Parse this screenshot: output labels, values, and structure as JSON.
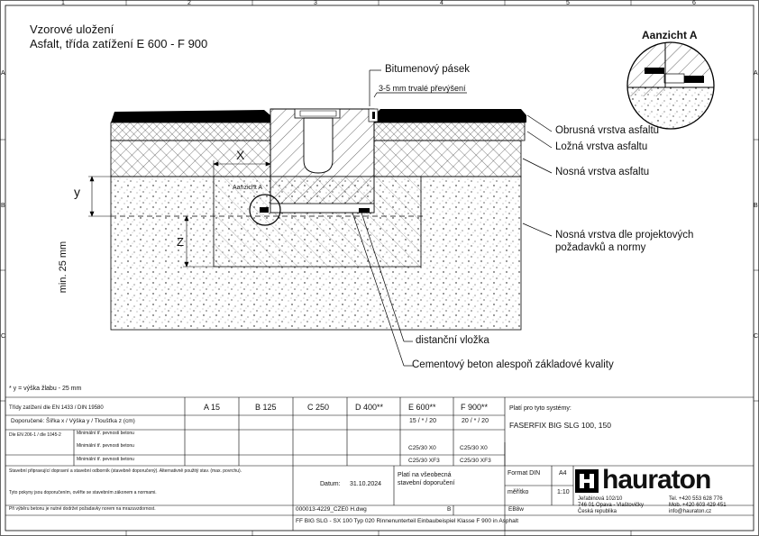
{
  "drawing": {
    "title_line1": "Vzorové uložení",
    "title_line2": "Asfalt, třída zatížení E 600 - F 900",
    "detail_title": "Aanzicht A",
    "detail_marker": "Aanzicht A",
    "grid_cols": [
      "1",
      "2",
      "3",
      "4",
      "5",
      "6"
    ],
    "grid_rows": [
      "A",
      "B",
      "C"
    ],
    "callouts": {
      "bitumen": "Bitumenový pásek",
      "overhang": "3-5 mm trvalé převýšení",
      "wearing": "Obrusná vrstva asfaltu",
      "binder": "Ložná vrstva asfaltu",
      "base": "Nosná vrstva asfaltu",
      "subbase_l1": "Nosná vrstva dle projektových",
      "subbase_l2": "požadavků a normy",
      "spacer": "distanční vložka",
      "concrete": "Cementový beton alespoň základové kvality"
    },
    "dims": {
      "x": "X",
      "y": "y",
      "z": "Z",
      "min": "min. 25 mm"
    },
    "footnote": "* y = výška žlabu - 25 mm"
  },
  "table": {
    "class_header": "Třídy zatížení dle EN 1433 / DIN 19580",
    "classes": [
      "A 15",
      "B 125",
      "C 250",
      "D 400**",
      "E 600**",
      "F 900**"
    ],
    "dimension_label": "Doporučené: Šířka x / Výška y / Tloušťka z (cm)",
    "dims_e": "15 / * / 20",
    "dims_f": "20 / * / 20",
    "row3_left": "Dle EN 206-1 / dle 1045-2",
    "row3_sub1": "Minimální tř. pevnosti betonu",
    "row3_sub2": "Minimální tř. pevnosti betonu",
    "row4_mid": "Minimální tř. pevnosti betonu",
    "c_x0_e": "C25/30 X0",
    "c_x0_f": "C25/30 X0",
    "c_xf_e": "C25/30 XF3",
    "c_xf_f": "C25/30 XF3",
    "systems_label": "Platí pro tyto systémy:",
    "systems_value": "FASERFIX BIG SLG  100, 150",
    "notes1": "Stavební připravující dopravní a stavební odborník (stavebně doporučený). Alternativně použitý stav. (max. povrchu).",
    "notes2": "Tyto pokyny jsou doporučením, ověřte se stavebním zákonem a normami.",
    "notes3": "Při výběru betonu je nutné dodržet požadavky norem na mrazuvzdornost.",
    "date_label": "Datum:",
    "date_value": "31.10.2024",
    "valid_label1": "Platí na všeobecná",
    "valid_label2": "stavební doporučení",
    "format_label": "Format DIN",
    "format_value": "A4",
    "scale_label": "měřítko",
    "scale_value": "1:10",
    "file_name": "000013-4229_CZE0 H.dwg",
    "rev": "B",
    "sheet": "EB8w",
    "doc_title": "FF BIG SLG - SX 100 Typ 020 Rinnenunterteil Einbaubeispiel Klasse F 900 in Asphalt",
    "company_logo": "hauraton",
    "addr1": "Jeřabinová 102/10",
    "addr2": "746 01 Opava - Vlaštovičky",
    "addr3": "Česká republika",
    "phone1": "Tel. +420 553 628 776",
    "phone2": "Mob. +420 603 429 451",
    "email": "info@hauraton.cz"
  },
  "colors": {
    "line": "#000000",
    "fill": "#ffffff"
  }
}
